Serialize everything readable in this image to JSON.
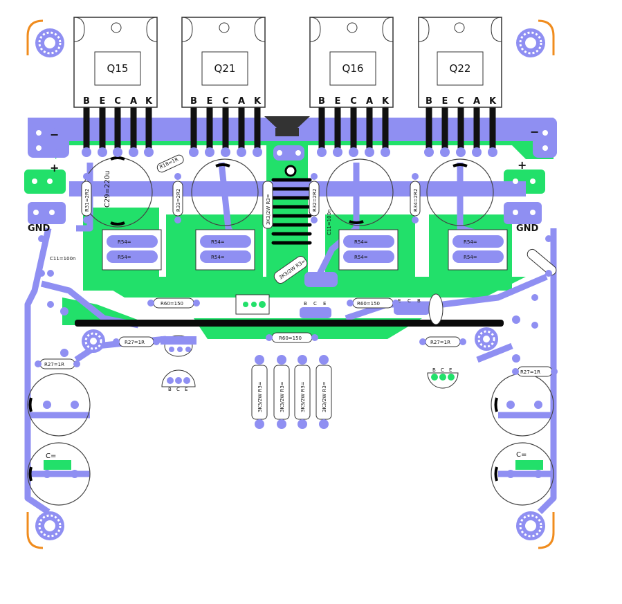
{
  "transistors": [
    {
      "label": "Q15",
      "pins": [
        "B",
        "E",
        "C",
        "A",
        "K"
      ]
    },
    {
      "label": "Q21",
      "pins": [
        "B",
        "E",
        "C",
        "A",
        "K"
      ]
    },
    {
      "label": "Q16",
      "pins": [
        "B",
        "E",
        "C",
        "A",
        "K"
      ]
    },
    {
      "label": "Q22",
      "pins": [
        "B",
        "E",
        "C",
        "A",
        "K"
      ]
    }
  ],
  "power": {
    "minus": "−",
    "plus": "+",
    "gnd": "GND"
  },
  "resistors": {
    "r54": "R54=",
    "r60": "R60=150",
    "r27": "R27=1R",
    "r27_alt": "R27=1R",
    "r31": "R31=2R2",
    "r33": "R33=2R2",
    "r32": "R32=2R2",
    "r34": "R34=2R2",
    "r18": "R18=1R",
    "r3k3": "3K3/2W R3="
  },
  "capacitors": {
    "c29": "C29=220u",
    "c11": "C11=100n",
    "c11b": "C11=100n",
    "c": "C="
  },
  "small_pins": {
    "bce": [
      "B",
      "C",
      "E"
    ],
    "ebc": [
      "B",
      "C",
      "E"
    ]
  },
  "colors": {
    "green": "#22e06a",
    "blue": "#8f8ff2",
    "black": "#0a0a0a",
    "orange": "#f08c1e",
    "white": "#ffffff"
  }
}
